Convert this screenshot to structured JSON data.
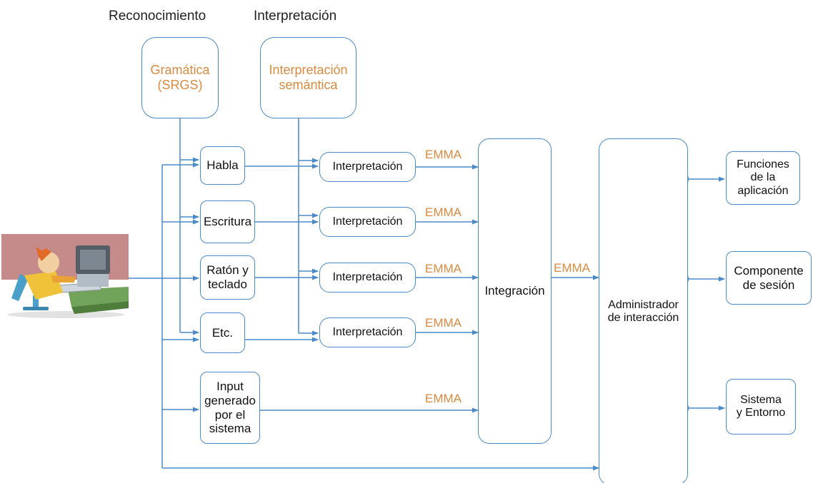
{
  "headings": {
    "recognition": "Reconocimiento",
    "interpretation": "Interpretación"
  },
  "sources": {
    "grammar": "Gramática\n(SRGS)",
    "semantic": "Interpretación\nsemántica"
  },
  "modalities": {
    "speech": "Habla",
    "writing": "Escritura",
    "mouse": "Ratón y\nteclado",
    "etc": "Etc.",
    "system_input": "Input\ngenerado\npor el\nsistema"
  },
  "interpretation_label": "Interpretación",
  "emma_label": "EMMA",
  "integration": "Integración",
  "manager": "Administrador\nde interacción",
  "outputs": {
    "functions": "Funciones\nde la\naplicación",
    "session": "Componente\nde sesión",
    "system": "Sistema\ny Entorno"
  },
  "colors": {
    "line": "#4a8ac9",
    "accent": "#d98a3f",
    "text": "#111111"
  },
  "illustration": "user-at-computer-illustration"
}
